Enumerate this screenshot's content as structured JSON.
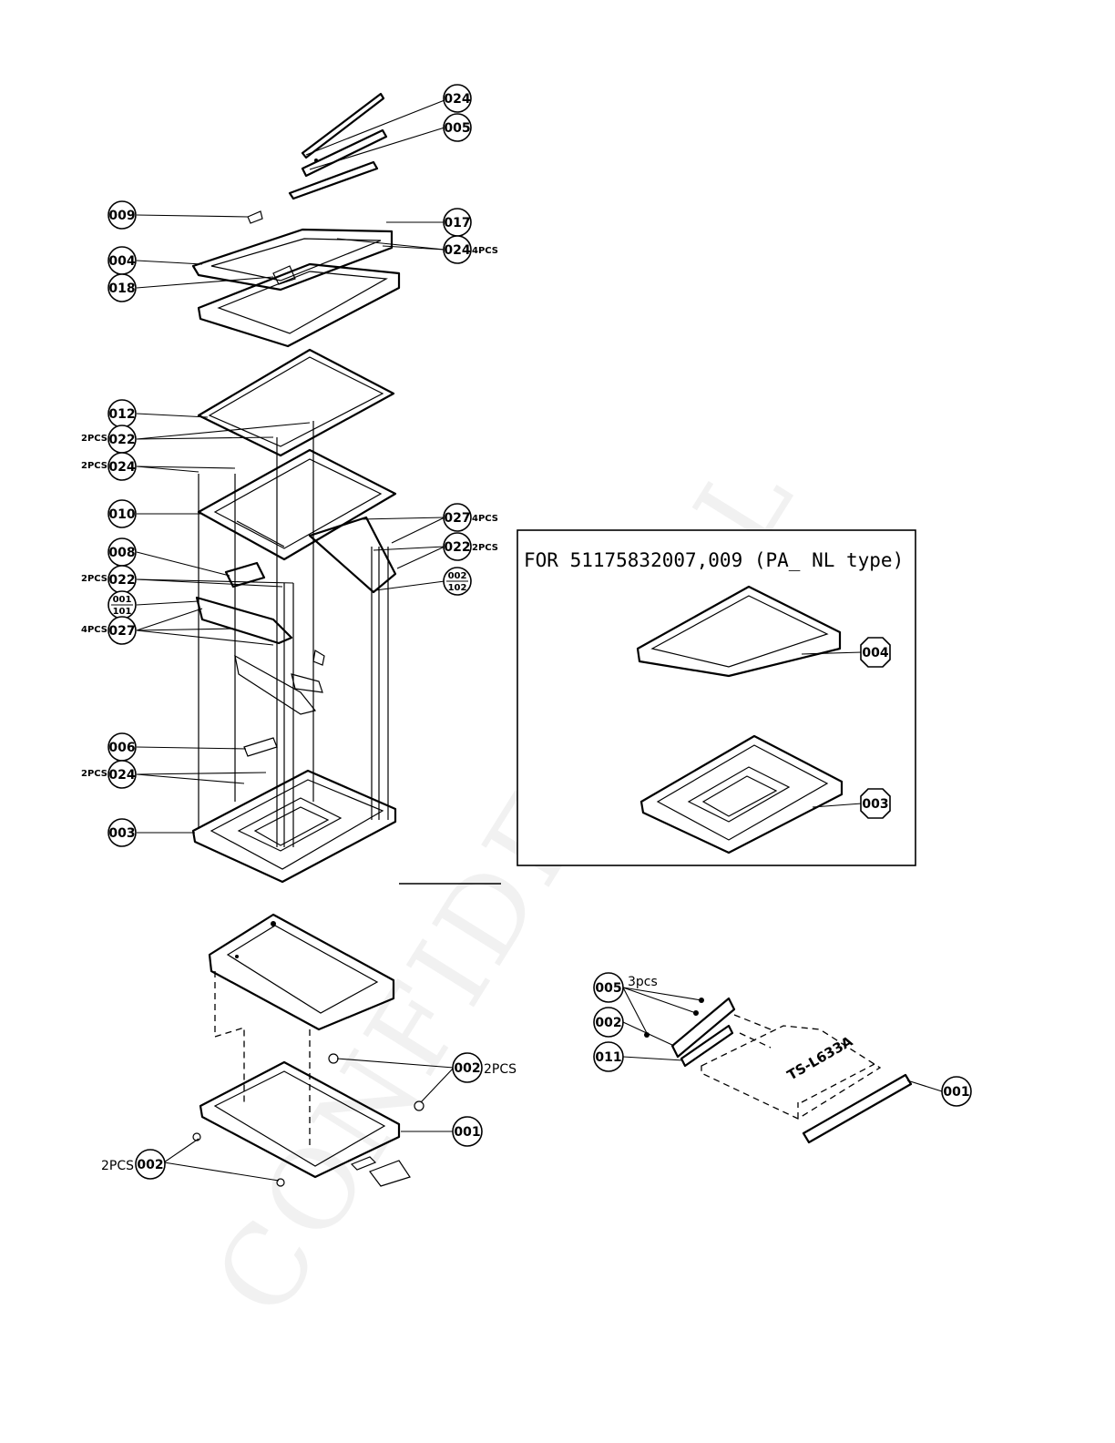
{
  "watermark_text": "CONFIDENTIAL",
  "inset": {
    "title": "FOR 51175832007,009 (PA_  NL type)",
    "callouts": [
      "004",
      "003"
    ]
  },
  "callouts": {
    "c024_top": "024",
    "c005_top": "005",
    "c009": "009",
    "c017": "017",
    "c004": "004",
    "c024_4pcs": "024",
    "c018": "018",
    "c012": "012",
    "c022_a": "022",
    "c024_b": "024",
    "c010": "010",
    "c027_right": "027",
    "c022_right": "022",
    "c008": "008",
    "c022_c": "022",
    "c002_102_top": "002",
    "c002_102_bottom": "102",
    "c001_101_top": "001",
    "c001_101_bottom": "101",
    "c027_left": "027",
    "c006": "006",
    "c024_c": "024",
    "c003": "003",
    "hdd_002_right": "002",
    "hdd_001": "001",
    "hdd_002_left": "002",
    "odd_005": "005",
    "odd_002": "002",
    "odd_011": "011",
    "odd_001": "001"
  },
  "quantities": {
    "q024_4pcs": "4PCS",
    "q022_a": "2PCS",
    "q024_b": "2PCS",
    "q027_right": "4PCS",
    "q022_right": "2PCS",
    "q022_c": "2PCS",
    "q027_left": "4PCS",
    "q024_c": "2PCS",
    "hdd_002_right": "2PCS",
    "hdd_002_left": "2PCS",
    "odd_005": "3pcs"
  },
  "drive_label": "TS-L633A"
}
